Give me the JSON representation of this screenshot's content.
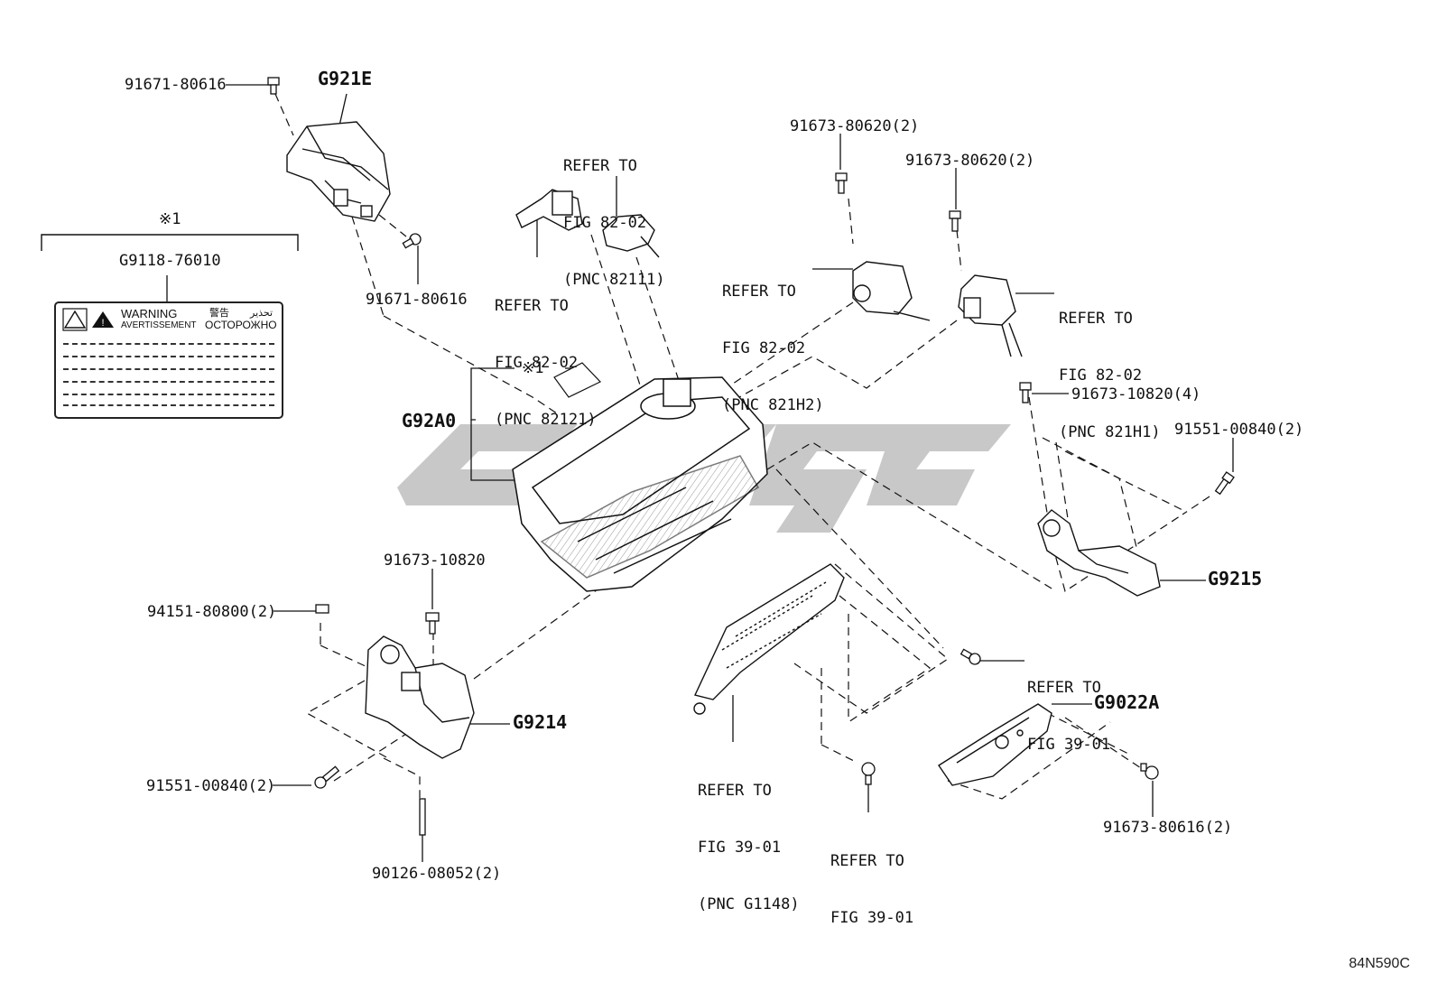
{
  "diagram": {
    "watermark_color": "#c8c8c8",
    "line_color": "#111111",
    "figure_code": "84N590C",
    "note_mark_top": "※1",
    "note_mark_center": "※1",
    "warning_label": {
      "part_number": "G9118-76010",
      "warning": "WARNING",
      "avertissement": "AVERTISSEMENT",
      "japanese": "警告",
      "russian": "ОСТОРОЖНО",
      "arabic": "تحذير"
    },
    "parts": {
      "p_91671_top": "91671-80616",
      "g921e": "G921E",
      "p_91671_mid": "91671-80616",
      "g92a0": "G92A0",
      "ref_82111": [
        "REFER TO",
        "FIG 82-02",
        "(PNC 82111)"
      ],
      "ref_82121": [
        "REFER TO",
        "FIG 82-02",
        "(PNC 82121)"
      ],
      "p_91673_80620_a": "91673-80620(2)",
      "p_91673_80620_b": "91673-80620(2)",
      "ref_821h2": [
        "REFER TO",
        "FIG 82-02",
        "(PNC 821H2)"
      ],
      "ref_821h1": [
        "REFER TO",
        "FIG 82-02",
        "(PNC 821H1)"
      ],
      "p_91673_10820_4": "91673-10820(4)",
      "p_91551_right": "91551-00840(2)",
      "g9215": "G9215",
      "p_91673_10820": "91673-10820",
      "p_94151": "94151-80800(2)",
      "g9214": "G9214",
      "p_91551_left": "91551-00840(2)",
      "p_90126": "90126-08052(2)",
      "ref_g1148": [
        "REFER TO",
        "FIG 39-01",
        "(PNC G1148)"
      ],
      "ref_39_right": [
        "REFER TO",
        "FIG 39-01"
      ],
      "ref_39_bottom": [
        "REFER TO",
        "FIG 39-01"
      ],
      "g9022a": "G9022A",
      "p_91673_80616": "91673-80616(2)"
    }
  }
}
